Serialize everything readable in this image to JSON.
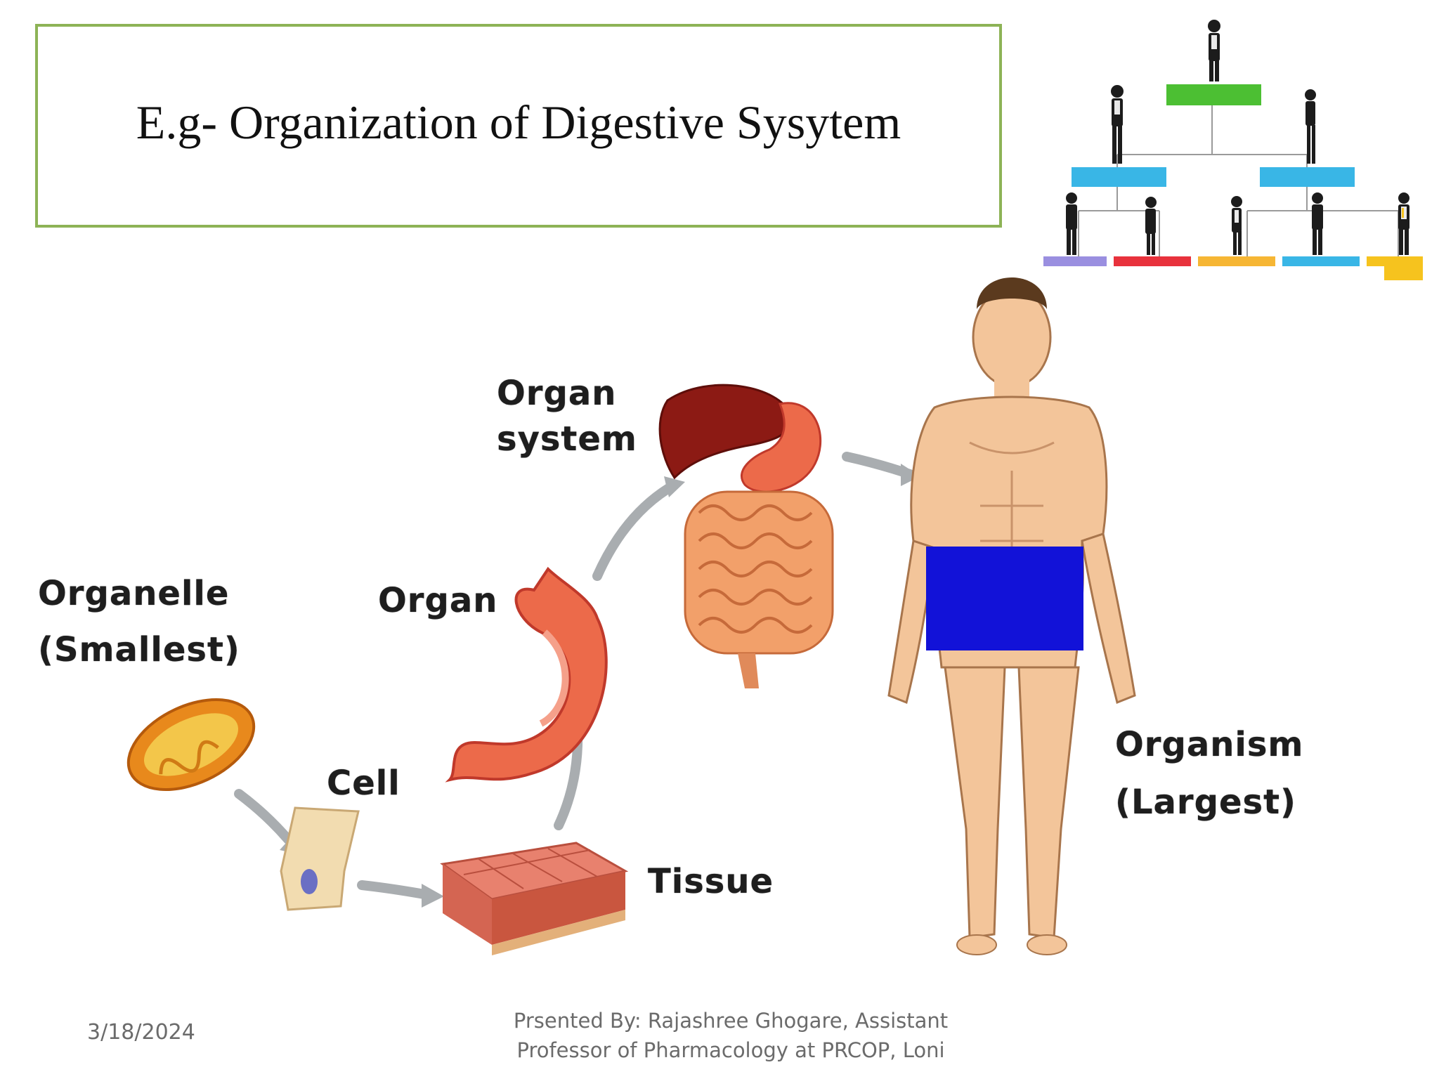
{
  "slide": {
    "title": "E.g- Organization of Digestive Sysytem",
    "date": "3/18/2024",
    "credit_line1": "Prsented By: Rajashree Ghogare, Assistant",
    "credit_line2": "Professor of Pharmacology at PRCOP, Loni"
  },
  "diagram": {
    "labels": {
      "organelle": "Organelle",
      "organelle_note": "(Smallest)",
      "cell": "Cell",
      "tissue": "Tissue",
      "organ": "Organ",
      "organ_system_1": "Organ",
      "organ_system_2": "system",
      "organism": "Organism",
      "organism_note": "(Largest)"
    }
  },
  "colors": {
    "title_border": "#8db356",
    "arrow": "#a9adb0",
    "censor_block": "#1212d8",
    "chart_top": "#4cbf33",
    "chart_mid": "#39b6e6"
  }
}
